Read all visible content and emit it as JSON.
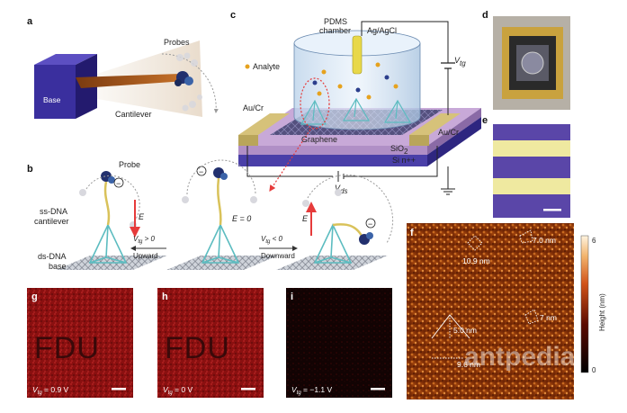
{
  "panel_labels": {
    "a": "a",
    "b": "b",
    "c": "c",
    "d": "d",
    "e": "e",
    "f": "f",
    "g": "g",
    "h": "h",
    "i": "i"
  },
  "panel_a": {
    "base": "Base",
    "cantilever": "Cantilever",
    "probes": "Probes"
  },
  "panel_b": {
    "probe": "Probe",
    "ss_dna_1": "ss-DNA",
    "ss_dna_2": "cantilever",
    "ds_dna_1": "ds-DNA",
    "ds_dna_2": "base",
    "e_symbol": "E",
    "e_zero": "E = 0",
    "vtg_pos": "V",
    "vtg_pos_sub": "tg",
    "vtg_pos_rest": " > 0",
    "vtg_neg": "V",
    "vtg_neg_sub": "tg",
    "vtg_neg_rest": " < 0",
    "upward": "Upward",
    "downward": "Downward",
    "minus": "−"
  },
  "panel_c": {
    "pdms_1": "PDMS",
    "pdms_2": "chamber",
    "agagcl": "Ag/AgCl",
    "analyte": "Analyte",
    "vtg": "V",
    "vtg_sub": "tg",
    "aucr_left": "Au/Cr",
    "aucr_right": "Au/Cr",
    "graphene": "Graphene",
    "sio2": "SiO",
    "sio2_sub": "2",
    "si": "Si n++",
    "vds": "V",
    "vds_sub": "ds"
  },
  "panel_f": {
    "ann_1": "10.9 nm",
    "ann_2": "7.0 nm",
    "ann_3": "7 nm",
    "ann_4": "5.0 nm",
    "ann_5": "9.6 nm",
    "cbar_title": "Height (nm)",
    "cbar_max": "6",
    "cbar_min": "0"
  },
  "panel_g": {
    "text": "FDU",
    "v": "V",
    "sub": "tg",
    "val": " = 0.9 V"
  },
  "panel_h": {
    "text": "FDU",
    "v": "V",
    "sub": "tg",
    "val": " = 0 V"
  },
  "panel_i": {
    "v": "V",
    "sub": "tg",
    "val": " = −1.1 V"
  },
  "watermark": {
    "text": "antpedia"
  },
  "colors": {
    "base": "#3a2f9e",
    "cantilever": "#b05a1c",
    "gold": "#c4a64a",
    "graphene": "#5a5a8a",
    "substrate": "#4a3fa8",
    "fluorescence": "#7a0c0c",
    "afm": "#7a2a06",
    "efield": "#e63b3b",
    "stripe_yellow": "#efe9a0",
    "stripe_purple": "#5a46a8"
  }
}
